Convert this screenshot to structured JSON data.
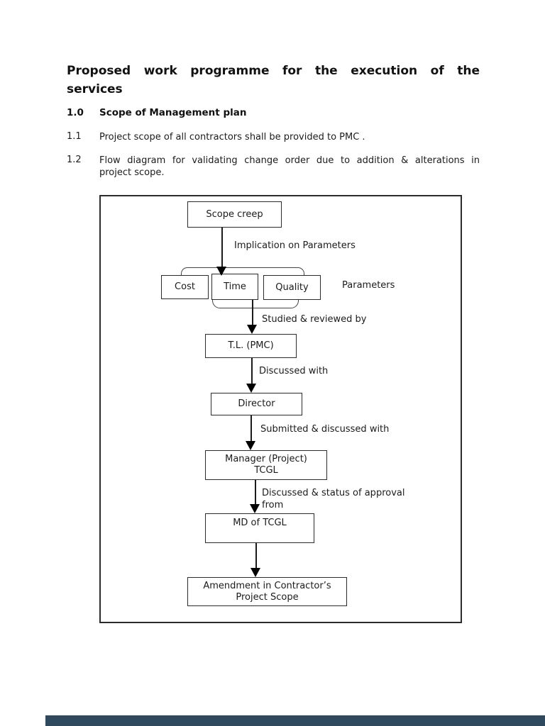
{
  "document": {
    "title": {
      "line1": "Proposed work programme for the execution of the",
      "line2": "services"
    },
    "sections": [
      {
        "num": "1.0",
        "text": "Scope of Management plan"
      },
      {
        "num": "1.1",
        "text": "Project scope of all contractors shall be provided to PMC ."
      },
      {
        "num": "1.2",
        "line1": "Flow diagram for validating change order due to addition & alterations in",
        "line2": "project scope."
      }
    ]
  },
  "flowchart": {
    "nodes": {
      "scope_creep": "Scope creep",
      "cost": "Cost",
      "time": "Time",
      "quality": "Quality",
      "tl_pmc": "T.L. (PMC)",
      "director": "Director",
      "manager_line1": "Manager (Project)",
      "manager_line2": "TCGL",
      "md": "MD of TCGL",
      "amendment_line1": "Amendment in Contractor’s",
      "amendment_line2": "Project Scope"
    },
    "edge_labels": {
      "implication": "Implication on Parameters",
      "parameters": "Parameters",
      "studied": "Studied & reviewed by",
      "discussed": "Discussed with",
      "submitted": "Submitted & discussed with",
      "approval_line1": "Discussed & status of approval",
      "approval_line2": "from"
    }
  },
  "colors": {
    "text": "#1b1b1b",
    "box_border": "#2b2b2b",
    "footer_bar": "#2f4a5e",
    "page_bg": "#ffffff"
  }
}
